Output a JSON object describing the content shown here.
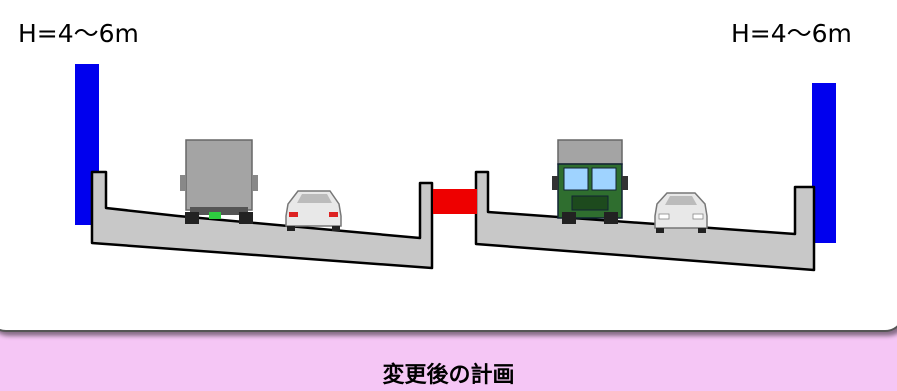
{
  "labels": {
    "left_height": "H=4～6m",
    "right_height": "H=4～6m"
  },
  "caption": "変更後の計画",
  "colors": {
    "background": "#f5c6f5",
    "panel": "#ffffff",
    "noise_barrier": "#0000ee",
    "median_joint": "#ee0000",
    "road_structure": "#c8c8c8",
    "truck_box": "#a0a0a0",
    "truck_cab": "#2f6e2f",
    "car": "#e8e8e8"
  }
}
